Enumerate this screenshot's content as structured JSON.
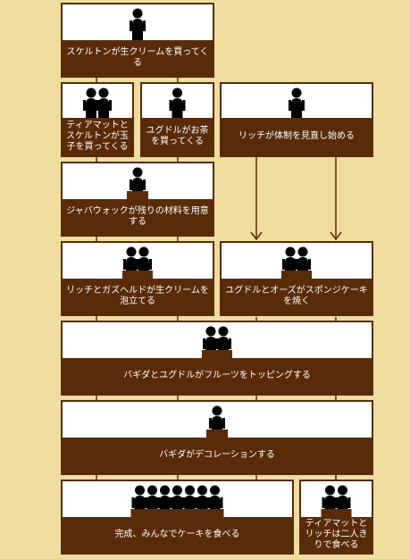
{
  "colors": {
    "background": "#efdda0",
    "box_border": "#5a2b08",
    "caption_bg": "#5a2b08",
    "caption_text": "#ffffff",
    "line": "#5a2b08",
    "figure": "#000000",
    "table": "#5a2b08"
  },
  "nodes": [
    {
      "id": "n1",
      "label": "スケルトンが生クリームを買ってくる",
      "figures": 1,
      "table": false
    },
    {
      "id": "n2",
      "label": "ティアマットとスケルトンが玉子を買ってくる",
      "figures": 2,
      "table": false
    },
    {
      "id": "n3",
      "label": "ユグドルがお茶を買ってくる",
      "figures": 1,
      "table": false
    },
    {
      "id": "n4",
      "label": "リッチが体制を見直し始める",
      "figures": 1,
      "table": false
    },
    {
      "id": "n5",
      "label": "ジャバウォックが残りの材料を用意する",
      "figures": 1,
      "table": true
    },
    {
      "id": "n6",
      "label": "リッチとガズヘルドが生クリームを泡立てる",
      "figures": 2,
      "table": true
    },
    {
      "id": "n7",
      "label": "ユグドルとオーズがスポンジケーキを焼く",
      "figures": 2,
      "table": true
    },
    {
      "id": "n8",
      "label": "バギダとユグドルがフルーツをトッピングする",
      "figures": 2,
      "table": true
    },
    {
      "id": "n9",
      "label": "バギダがデコレーションする",
      "figures": 1,
      "table": true
    },
    {
      "id": "n10",
      "label": "完成、みんなでケーキを食べる",
      "figures": 7,
      "table": true
    },
    {
      "id": "n11",
      "label": "ティアマットとリッチは二人きりで食べる",
      "figures": 2,
      "table": true
    }
  ]
}
